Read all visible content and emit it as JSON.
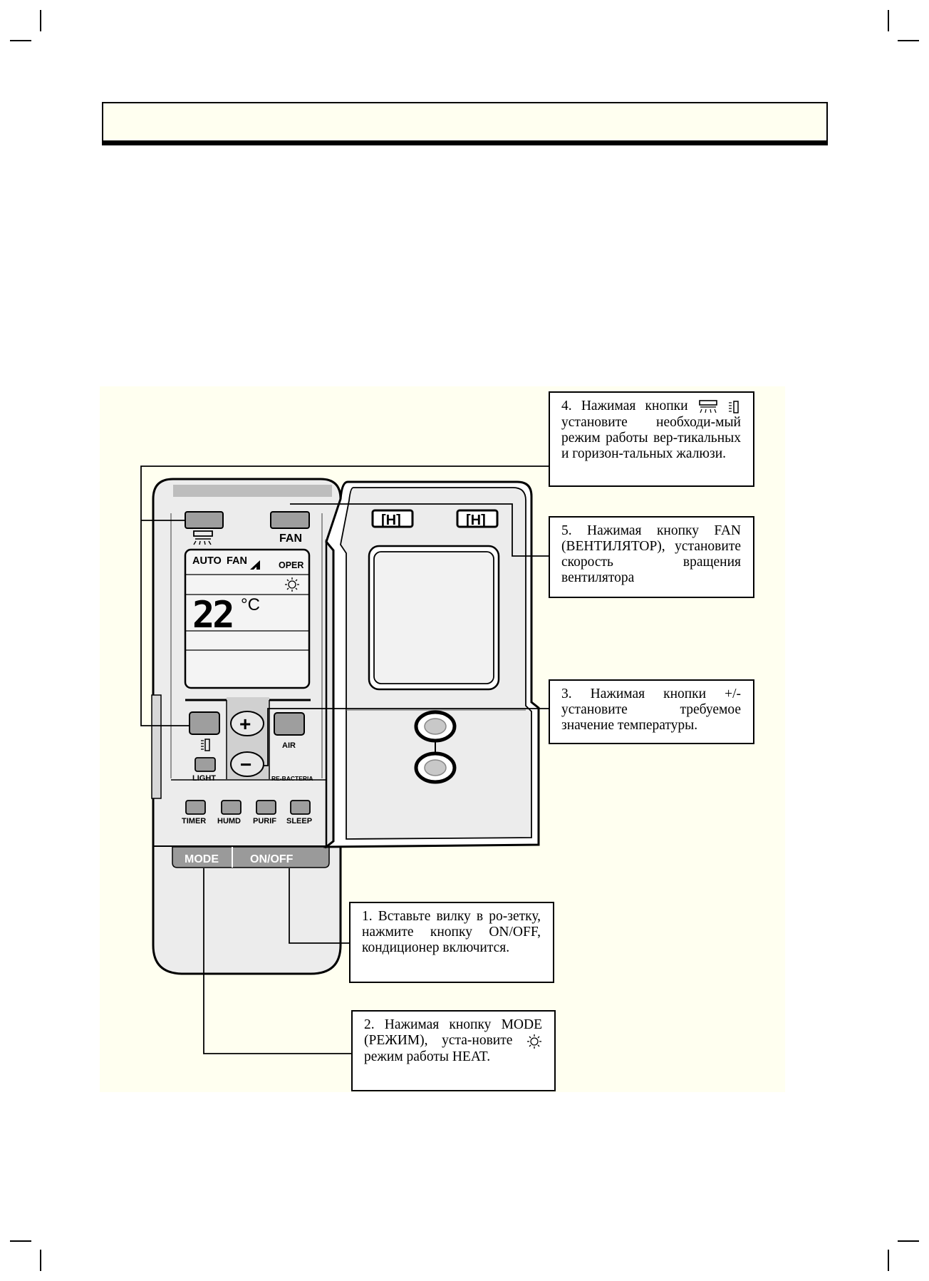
{
  "header": {
    "title": ""
  },
  "remote": {
    "top_left_icon": "swing-louver-icon",
    "fan_label": "FAN",
    "display": {
      "auto_label": "AUTO",
      "fan_label": "FAN",
      "oper_label": "OPER",
      "mode_icon": "sun-heat-icon",
      "temperature": "22",
      "unit": "°C"
    },
    "plus_label": "+",
    "minus_label": "−",
    "air_label": "AIR",
    "light_label": "LIGHT",
    "rebacteria_label": "RE-BACTERIA",
    "row_buttons": [
      "TIMER",
      "HUMD",
      "PURIF",
      "SLEEP"
    ],
    "mode_label": "MODE",
    "onoff_label": "ON/OFF"
  },
  "callouts": {
    "c1": {
      "text": "1. Вставьте вилку в ро-зетку, нажмите кнопку ON/OFF, кондиционер включится."
    },
    "c2": {
      "text_a": "2. Нажимая кнопку MODE (РЕЖИМ), уста-новите",
      "text_b": "режим работы HEAT.",
      "icon": "sun-heat-icon"
    },
    "c3": {
      "text": "3. Нажимая кнопки +/- установите требуемое значение температуры."
    },
    "c4": {
      "text_a": "4. Нажимая кнопки",
      "text_b": "установите необходи-мый режим работы вер-тикальных и горизон-тальных жалюзи.",
      "icons": [
        "horizontal-louver-icon",
        "vertical-louver-icon"
      ]
    },
    "c5": {
      "text": "5. Нажимая кнопку FAN (ВЕНТИЛЯТОР), установите скорость вращения вентилятора"
    }
  },
  "colors": {
    "page_tint": "#fffff0",
    "remote_body": "#e8e8e8",
    "button_gray": "#b8b8b8",
    "mode_bar": "#9a9a9a"
  }
}
